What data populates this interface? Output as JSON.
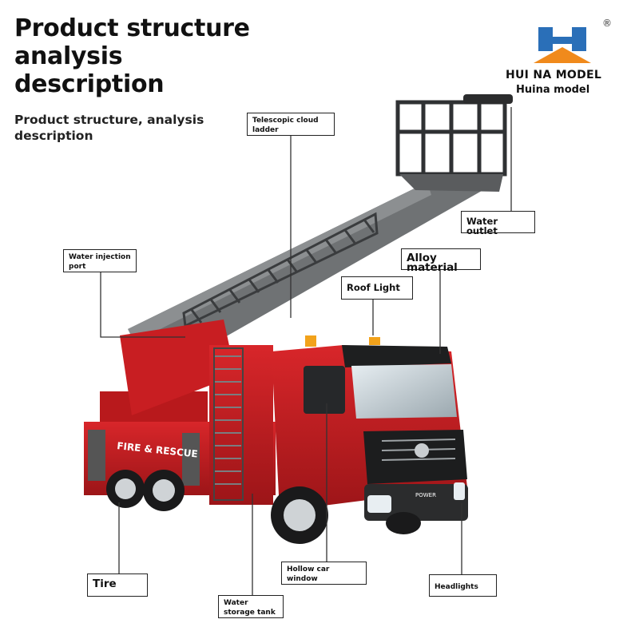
{
  "header": {
    "title": "Product structure analysis description",
    "subtitle": "Product structure, analysis description"
  },
  "brand": {
    "name": "HUI NA MODEL",
    "sub": "Huina model",
    "registered": "®",
    "colors": {
      "blue": "#2a6fb8",
      "orange": "#f08a1c"
    }
  },
  "truck": {
    "side_text": "FIRE & RESCUE",
    "grille_text": "POWER",
    "body_color": "#c41c1f"
  },
  "labels": {
    "ladder": "Telescopic cloud ladder",
    "water_outlet": "Water outlet",
    "injection_port": "Water injection port",
    "alloy": "Alloy material",
    "roof_light": "Roof Light",
    "tire": "Tire",
    "window": "Hollow car window",
    "tank": "Water storage tank",
    "headlights": "Headlights"
  }
}
